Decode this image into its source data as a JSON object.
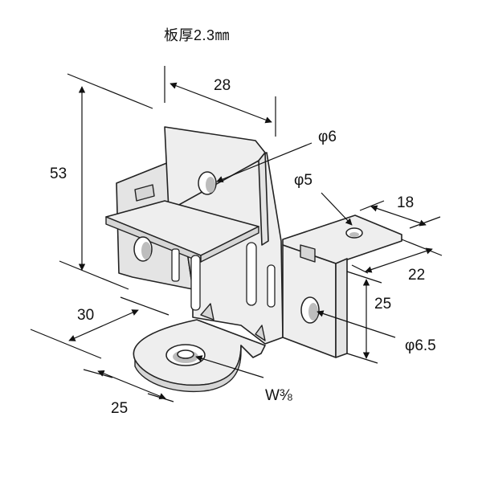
{
  "title": "板厚2.3㎜",
  "dimensions": {
    "height": "53",
    "top_width": "28",
    "hole_top": "φ6",
    "hole_small": "φ5",
    "right_depth": "18",
    "right_width": "22",
    "right_height": "25",
    "hole_right": "φ6.5",
    "base_depth": "30",
    "base_width": "25",
    "bolt": "W⅜"
  }
}
